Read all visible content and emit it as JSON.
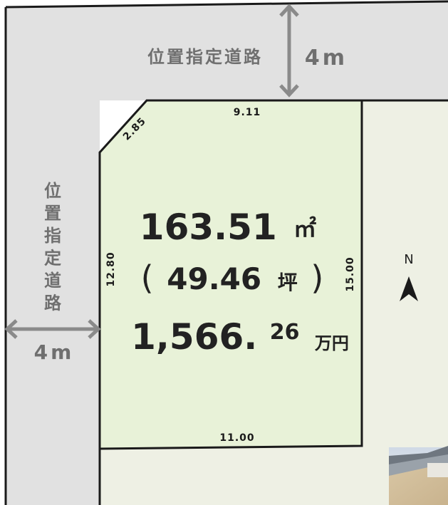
{
  "colors": {
    "road": "#e1e1e1",
    "lot": "#e8f2d8",
    "neighbor": "#eef0e4",
    "outline": "#1a1a1a",
    "arrow": "#8a8a8a",
    "text_dark": "#222222",
    "text_road": "#6f6f6f"
  },
  "roads": {
    "north": {
      "name": "位置指定道路",
      "width_label": "4m"
    },
    "west": {
      "name_chars": [
        "位",
        "置",
        "指",
        "定",
        "道",
        "路"
      ],
      "width_label": "4m"
    }
  },
  "lot": {
    "dimensions": {
      "top": "9.11",
      "corner": "2.85",
      "left": "12.80",
      "right": "15.00",
      "bottom": "11.00"
    },
    "area_value": "163.51",
    "area_unit": "㎡",
    "tsubo_value": "49.46",
    "tsubo_unit": "坪",
    "paren_open": "(",
    "paren_close": ")",
    "price_main": "1,566.",
    "price_decimal": "26",
    "price_unit": "万円"
  },
  "compass": {
    "label": "N"
  },
  "photo": {
    "icon": "building-photo-icon"
  }
}
